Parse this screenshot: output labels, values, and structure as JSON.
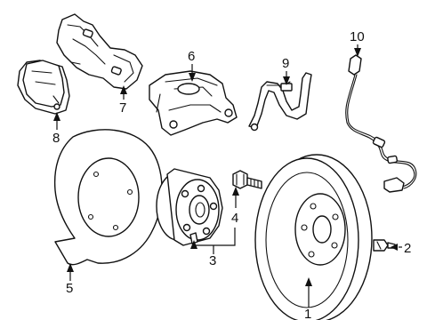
{
  "callouts": {
    "c1": "1",
    "c2": "2",
    "c3": "3",
    "c4": "4",
    "c5": "5",
    "c6": "6",
    "c7": "7",
    "c8": "8",
    "c9": "9",
    "c10": "10"
  },
  "parts": {
    "p1": "brake-rotor",
    "p2": "rotor-retaining-screw",
    "p3": "wheel-hub-bearing-assembly",
    "p4": "hub-bolt",
    "p5": "splash-shield",
    "p6": "brake-caliper",
    "p7": "caliper-bracket",
    "p8": "brake-pads",
    "p9": "brake-hose",
    "p10": "abs-wheel-speed-sensor"
  }
}
